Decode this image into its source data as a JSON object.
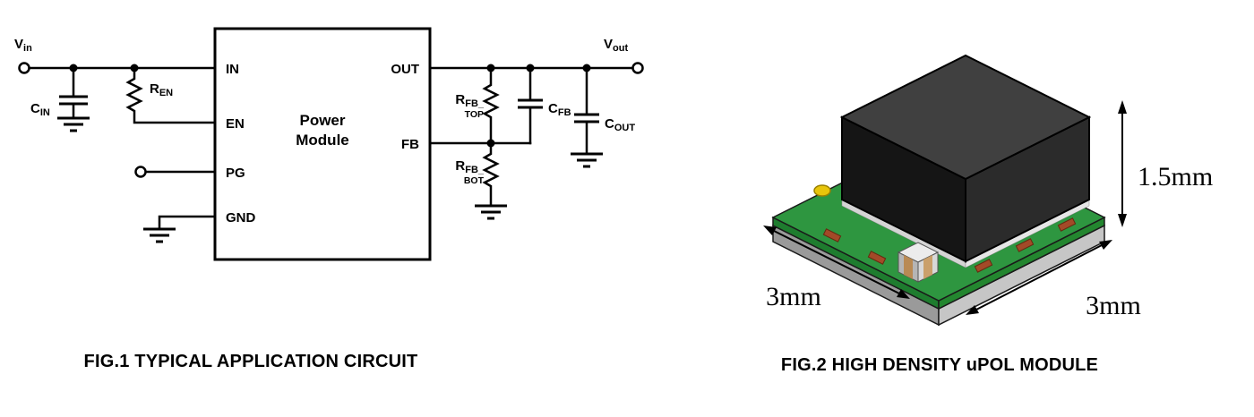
{
  "fig1": {
    "caption": "FIG.1 TYPICAL APPLICATION CIRCUIT",
    "module": {
      "line1": "Power",
      "line2": "Module"
    },
    "pins": {
      "in": "IN",
      "en": "EN",
      "pg": "PG",
      "gnd": "GND",
      "out": "OUT",
      "fb": "FB"
    },
    "nets": {
      "vin": {
        "main": "V",
        "sub": "in"
      },
      "vout": {
        "main": "V",
        "sub": "out"
      }
    },
    "components": {
      "cin": {
        "main": "C",
        "sub": "IN"
      },
      "ren": {
        "main": "R",
        "sub": "EN"
      },
      "rfb_top": {
        "main": "R",
        "sub": "FB_",
        "sub2": "TOP"
      },
      "rfb_bot": {
        "main": "R",
        "sub": "FB_",
        "sub2": "BOT"
      },
      "cfb": {
        "main": "C",
        "sub": "FB"
      },
      "cout": {
        "main": "C",
        "sub": "OUT"
      }
    }
  },
  "fig2": {
    "caption": "FIG.2 HIGH DENSITY uPOL MODULE",
    "dimensions": {
      "height": "1.5mm",
      "width_left": "3mm",
      "width_right": "3mm"
    },
    "colors": {
      "pcb_top": "#2e9640",
      "pcb_side_left": "#1e7c2e",
      "pcb_side_right": "#23862f",
      "substrate_left": "#9a9a9a",
      "substrate_right": "#c6c6c6",
      "chip_top": "#404040",
      "chip_left": "#151515",
      "chip_right": "#2b2b2b",
      "pin1_marker": "#e8c50a",
      "pad_copper": "#a34a28"
    }
  }
}
